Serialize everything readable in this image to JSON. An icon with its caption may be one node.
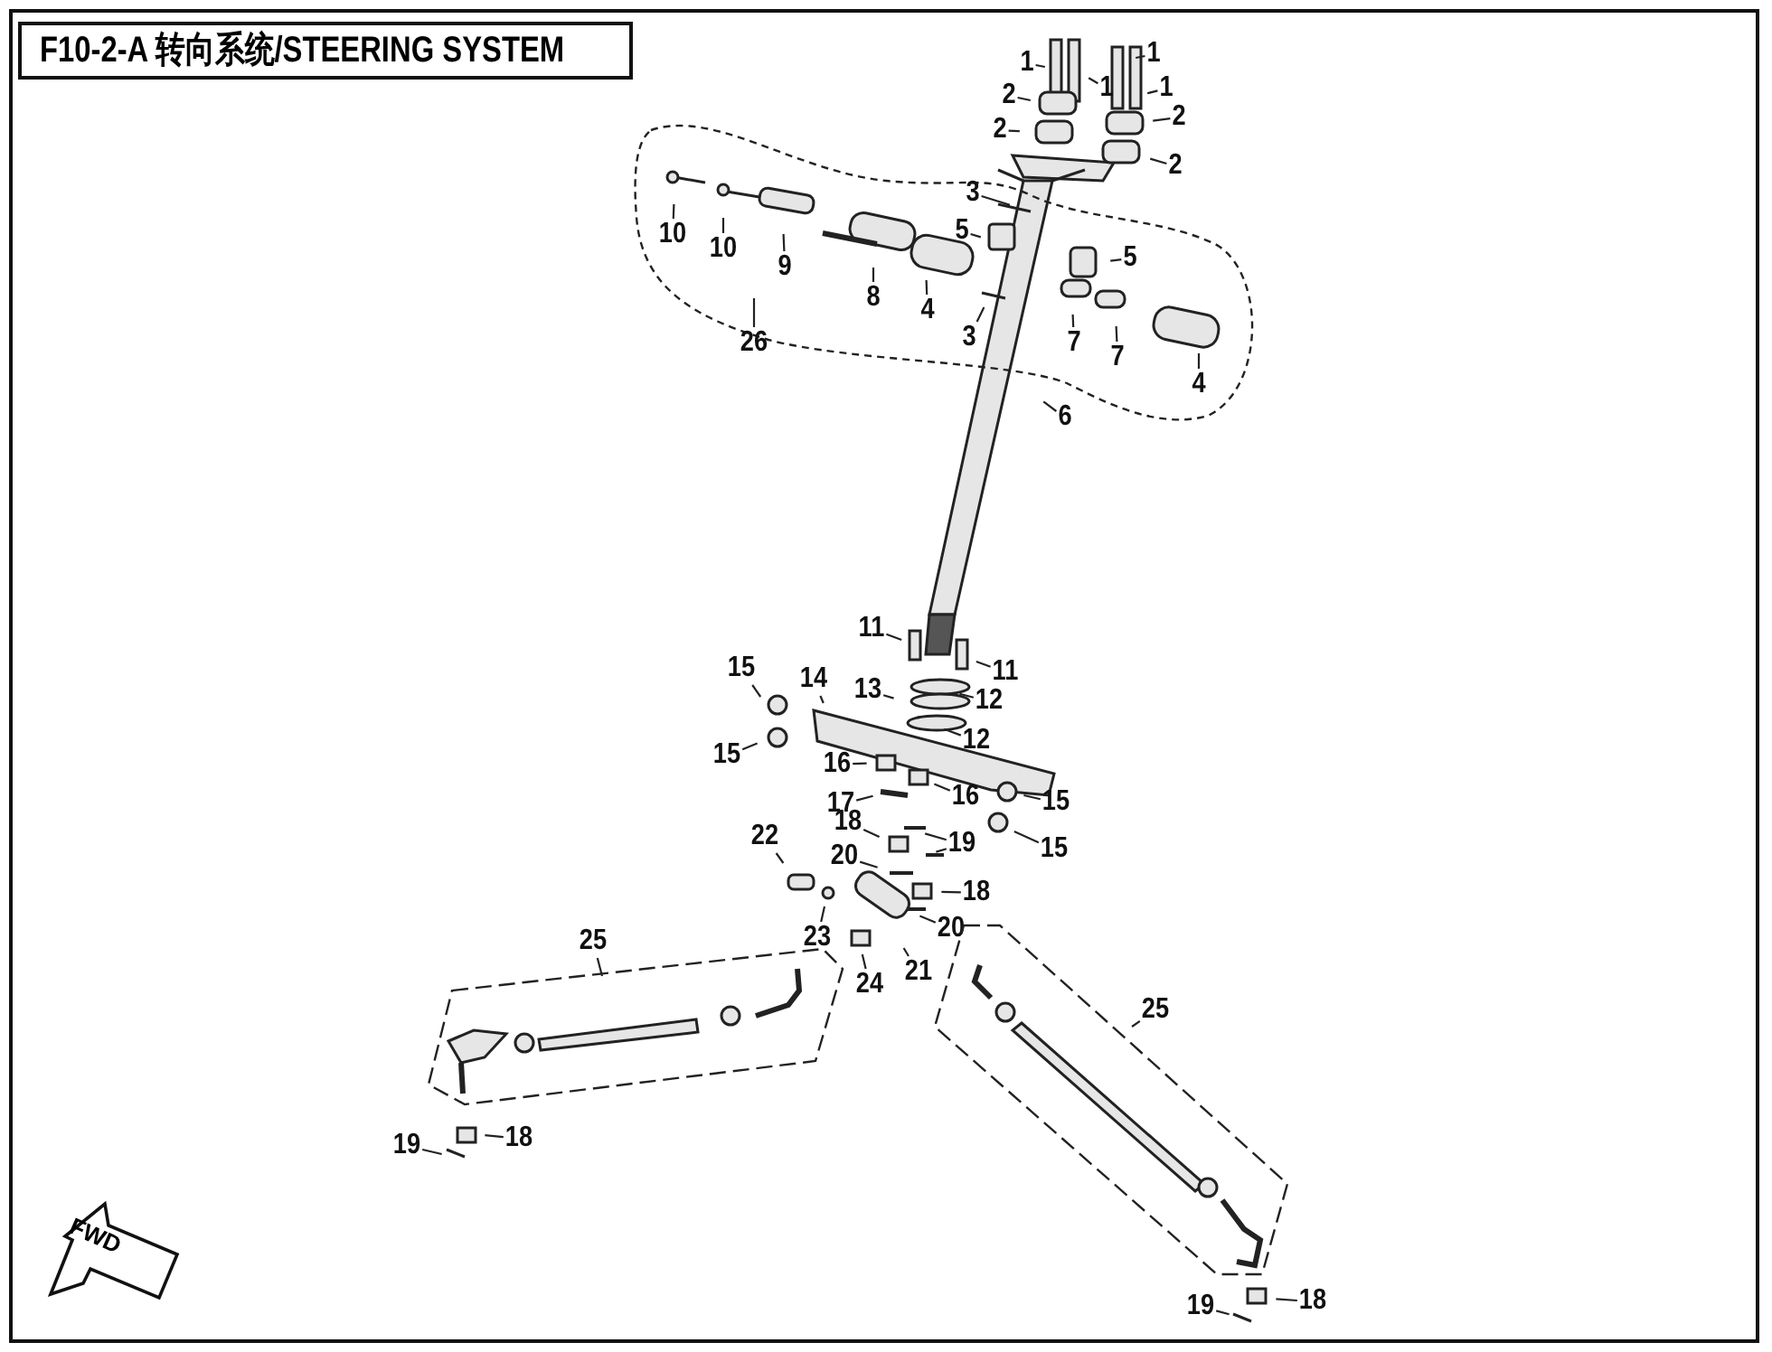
{
  "diagram": {
    "title": "F10-2-A 转向系统/STEERING SYSTEM",
    "nodes": [
      {
        "text": [],
        "shape": "cloud"
      },
      {
        "text": [
          "1"
        ]
      },
      {
        "text": [
          "1"
        ]
      },
      {
        "text": [
          "1"
        ]
      },
      {
        "text": [
          "1"
        ]
      },
      {
        "text": [
          "2"
        ]
      },
      {
        "text": [
          "2"
        ]
      },
      {
        "text": [
          "2"
        ]
      },
      {
        "text": [
          "2"
        ]
      },
      {
        "text": [
          "3"
        ],
        "in": 0
      },
      {
        "text": [
          "5"
        ],
        "in": 0
      },
      {
        "text": [
          "10"
        ],
        "in": 0
      },
      {
        "text": [
          "10"
        ],
        "in": 0
      },
      {
        "text": [
          "9"
        ],
        "in": 0
      },
      {
        "text": [
          "5"
        ],
        "in": 0
      },
      {
        "text": [
          "8"
        ],
        "in": 0
      },
      {
        "text": [
          "4"
        ],
        "in": 0
      },
      {
        "text": [
          "3"
        ],
        "in": 0
      },
      {
        "text": [
          "7"
        ],
        "in": 0
      },
      {
        "text": [
          "7"
        ],
        "in": 0
      },
      {
        "text": [
          "26"
        ]
      },
      {
        "text": [
          "4"
        ],
        "in": 0
      },
      {
        "text": [
          "6"
        ]
      },
      {
        "text": [
          "11"
        ]
      },
      {
        "text": [
          "11"
        ]
      },
      {
        "text": [
          "15"
        ]
      },
      {
        "text": [
          "14"
        ]
      },
      {
        "text": [
          "13"
        ]
      },
      {
        "text": [
          "12"
        ]
      },
      {
        "text": [
          "12"
        ]
      },
      {
        "text": [
          "15"
        ]
      },
      {
        "text": [
          "16"
        ]
      },
      {
        "text": [
          "17"
        ]
      },
      {
        "text": [
          "15"
        ]
      },
      {
        "text": [
          "16"
        ]
      },
      {
        "text": [
          "18"
        ]
      },
      {
        "text": [
          "15"
        ]
      },
      {
        "text": [
          "19"
        ]
      },
      {
        "text": [
          "22"
        ]
      },
      {
        "text": [
          "20"
        ]
      },
      {
        "text": [
          "18"
        ]
      },
      {
        "text": [
          "20"
        ]
      },
      {
        "text": [
          "23"
        ]
      },
      {
        "text": [
          "25"
        ]
      },
      {
        "text": [
          "24"
        ]
      },
      {
        "text": [
          "21"
        ]
      },
      {
        "text": [],
        "shape": "box"
      },
      {
        "text": [],
        "shape": "box"
      },
      {
        "text": [
          "25"
        ]
      },
      {
        "text": [
          "19"
        ]
      },
      {
        "text": [
          "18"
        ]
      },
      {
        "text": [
          "19"
        ]
      },
      {
        "text": [
          "18"
        ]
      }
    ],
    "edges": [
      {
        "from": 1,
        "to": null,
        "arrow": "none"
      },
      {
        "from": 2,
        "to": null,
        "arrow": "none"
      },
      {
        "from": 3,
        "to": null,
        "arrow": "none"
      },
      {
        "from": 4,
        "to": null,
        "arrow": "none"
      },
      {
        "from": 5,
        "to": null,
        "arrow": "none"
      },
      {
        "from": 6,
        "to": null,
        "arrow": "none"
      },
      {
        "from": 7,
        "to": null,
        "arrow": "none"
      },
      {
        "from": 8,
        "to": null,
        "arrow": "none"
      },
      {
        "from": 9,
        "to": null,
        "arrow": "none"
      },
      {
        "from": 10,
        "to": null,
        "arrow": "none"
      },
      {
        "from": 11,
        "to": null,
        "arrow": "none"
      },
      {
        "from": 12,
        "to": null,
        "arrow": "none"
      },
      {
        "from": 13,
        "to": null,
        "arrow": "none"
      },
      {
        "from": 14,
        "to": null,
        "arrow": "none"
      },
      {
        "from": 15,
        "to": null,
        "arrow": "none"
      },
      {
        "from": 16,
        "to": null,
        "arrow": "none"
      },
      {
        "from": 17,
        "to": null,
        "arrow": "none"
      },
      {
        "from": 18,
        "to": null,
        "arrow": "none"
      },
      {
        "from": 19,
        "to": null,
        "arrow": "none"
      },
      {
        "from": 20,
        "to": 0,
        "arrow": "none"
      },
      {
        "from": 21,
        "to": null,
        "arrow": "none"
      },
      {
        "from": 22,
        "to": null,
        "arrow": "none"
      },
      {
        "from": 23,
        "to": null,
        "arrow": "none"
      },
      {
        "from": 24,
        "to": null,
        "arrow": "none"
      },
      {
        "from": 25,
        "to": null,
        "arrow": "none"
      },
      {
        "from": 26,
        "to": null,
        "arrow": "none"
      },
      {
        "from": 27,
        "to": null,
        "arrow": "none"
      },
      {
        "from": 28,
        "to": null,
        "arrow": "none"
      },
      {
        "from": 29,
        "to": null,
        "arrow": "none"
      },
      {
        "from": 30,
        "to": null,
        "arrow": "none"
      },
      {
        "from": 31,
        "to": null,
        "arrow": "none"
      },
      {
        "from": 32,
        "to": null,
        "arrow": "none"
      },
      {
        "from": 33,
        "to": null,
        "arrow": "none"
      },
      {
        "from": 34,
        "to": null,
        "arrow": "none"
      },
      {
        "from": 35,
        "to": null,
        "arrow": "none"
      },
      {
        "from": 36,
        "to": null,
        "arrow": "none"
      },
      {
        "from": 37,
        "to": null,
        "arrow": "none"
      },
      {
        "from": 37,
        "to": null,
        "arrow": "none"
      },
      {
        "from": 38,
        "to": null,
        "arrow": "none"
      },
      {
        "from": 39,
        "to": null,
        "arrow": "none"
      },
      {
        "from": 40,
        "to": null,
        "arrow": "none"
      },
      {
        "from": 41,
        "to": null,
        "arrow": "none"
      },
      {
        "from": 42,
        "to": null,
        "arrow": "none"
      },
      {
        "from": 43,
        "to": 46,
        "arrow": "none"
      },
      {
        "from": 44,
        "to": null,
        "arrow": "none"
      },
      {
        "from": 45,
        "to": null,
        "arrow": "none"
      },
      {
        "from": 48,
        "to": 47,
        "arrow": "none"
      },
      {
        "from": 49,
        "to": null,
        "arrow": "none"
      },
      {
        "from": 50,
        "to": null,
        "arrow": "none"
      },
      {
        "from": 51,
        "to": null,
        "arrow": "none"
      },
      {
        "from": 52,
        "to": null,
        "arrow": "none"
      }
    ],
    "labels": [
      "FWD"
    ]
  }
}
